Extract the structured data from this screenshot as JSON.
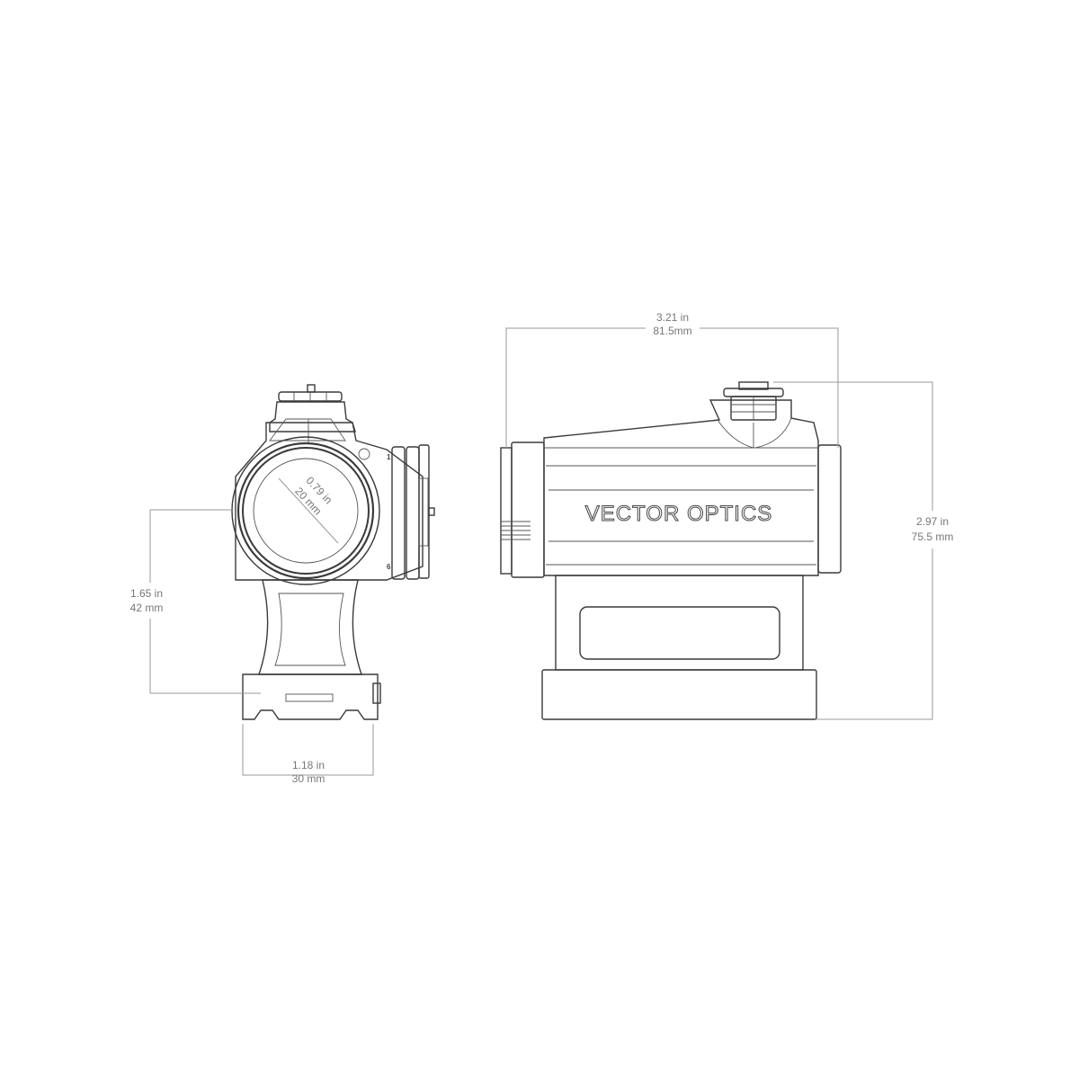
{
  "dimensions": {
    "lens_diameter": {
      "in": "0.79 in",
      "mm": "20 mm"
    },
    "optical_height": {
      "in": "1.65 in",
      "mm": "42 mm"
    },
    "mount_width": {
      "in": "1.18 in",
      "mm": "30 mm"
    },
    "length": {
      "in": "3.21 in",
      "mm": "81.5mm"
    },
    "total_height": {
      "in": "2.97 in",
      "mm": "75.5 mm"
    }
  },
  "brand_logo": "VECTOR OPTICS",
  "knob_marks": {
    "min": "1",
    "max": "6"
  },
  "colors": {
    "outline": "#3a3a3a",
    "dimension": "#9a9a9a",
    "text": "#777777"
  }
}
